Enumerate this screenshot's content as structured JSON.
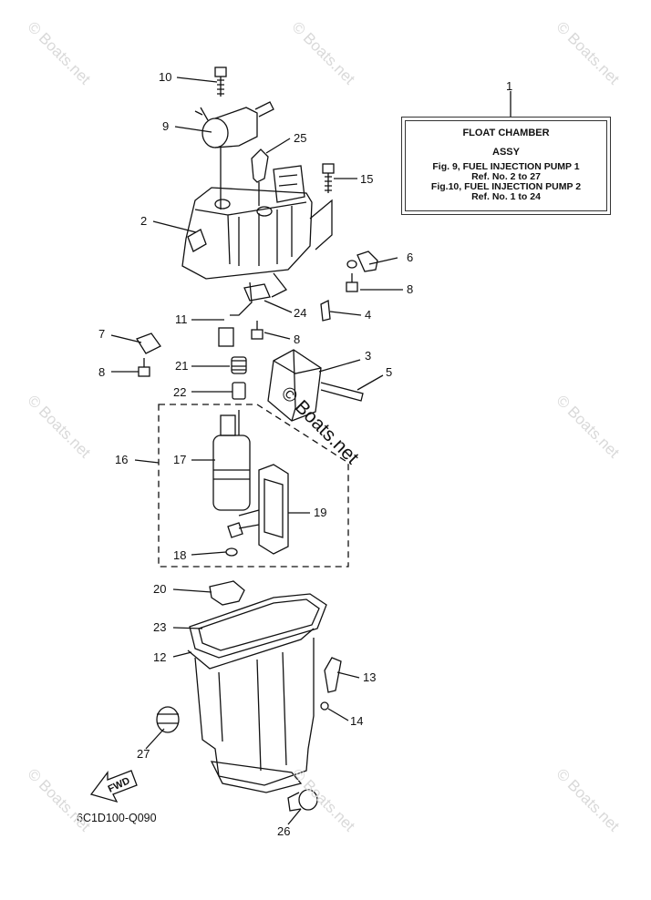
{
  "info_box": {
    "ref": "1",
    "title": "FLOAT CHAMBER",
    "subtitle": "ASSY",
    "line1": "Fig. 9, FUEL INJECTION PUMP 1",
    "line2": "Ref. No. 2 to 27",
    "line3": "Fig.10, FUEL INJECTION PUMP 2",
    "line4": "Ref. No. 1 to 24"
  },
  "diagram_code": "6C1D100-Q090",
  "fwd_label": "FWD",
  "watermark": "© Boats.net",
  "callouts": [
    "10",
    "9",
    "25",
    "15",
    "2",
    "6",
    "8",
    "4",
    "24",
    "11",
    "7",
    "8",
    "21",
    "3",
    "5",
    "8",
    "22",
    "16",
    "17",
    "19",
    "18",
    "20",
    "23",
    "12",
    "13",
    "14",
    "27",
    "26"
  ]
}
